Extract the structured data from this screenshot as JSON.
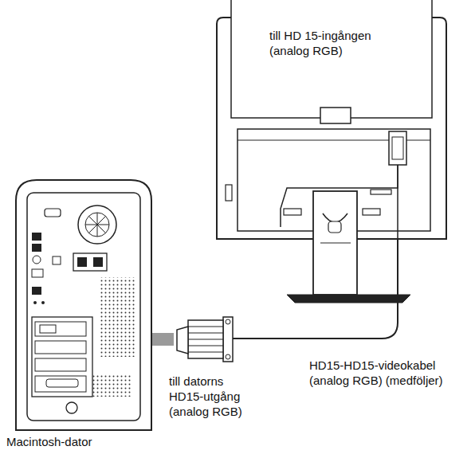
{
  "diagram": {
    "labels": [
      "till HD 15-ingången (analog RGB)",
      "HD15-HD15-videokabel (analog RGB) (medföljer)",
      "till datorns HD15-utgång (analog RGB)",
      "Macintosh-dator"
    ]
  }
}
